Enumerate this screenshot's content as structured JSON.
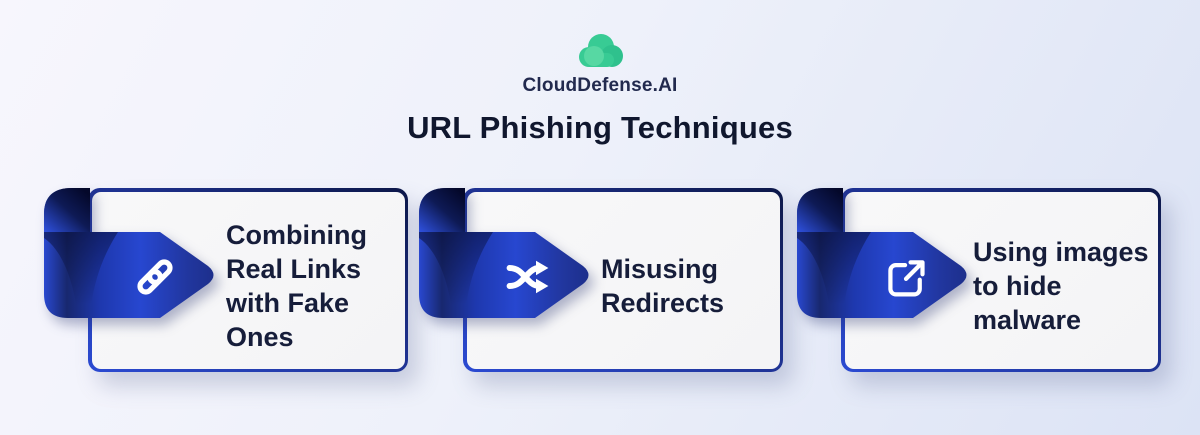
{
  "page": {
    "title": "URL Phishing Techniques"
  },
  "logo": {
    "name": "CloudDefense.AI",
    "icon": "cloud-icon",
    "colors": {
      "cloud_main": "#38cb94",
      "cloud_light": "#5bd9a5",
      "cloud_dark": "#2fc18d"
    }
  },
  "cards": [
    {
      "icon": "link-icon",
      "title_lines": [
        "Combining",
        "Real Links",
        "with Fake",
        "Ones"
      ]
    },
    {
      "icon": "shuffle-icon",
      "title_lines": [
        "Misusing",
        "Redirects"
      ]
    },
    {
      "icon": "external-link-icon",
      "title_lines": [
        "Using images",
        "to hide",
        "malware"
      ]
    }
  ],
  "theme": {
    "background_start": "#f7f6fd",
    "background_end": "#dce3f5",
    "text_dark": "#161d3a",
    "ribbon_bright_blue": "#2747d0",
    "ribbon_navy": "#0e1a55",
    "card_background": "#f7f7f8",
    "border_navy": "#0c1748",
    "border_blue": "#2b4ad2"
  }
}
